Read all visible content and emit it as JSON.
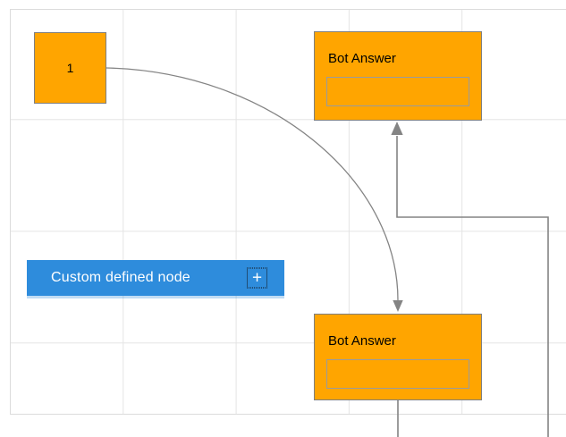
{
  "app": {
    "type": "diagram-canvas"
  },
  "colors": {
    "node_fill": "#FFA500",
    "node_border": "#7F7F7F",
    "inner_field_border": "#9B9B9B",
    "custom_node_fill": "#2E8CDC",
    "connector": "#848484",
    "grid_line": "#E4E4E4",
    "canvas_border": "#DCDCDC",
    "label_dark": "#000000",
    "label_light": "#FFFFFF"
  },
  "nodes": {
    "source": {
      "label": "1"
    },
    "bot_answer_top": {
      "title": "Bot Answer",
      "field_value": ""
    },
    "bot_answer_bottom": {
      "title": "Bot Answer",
      "field_value": ""
    },
    "custom": {
      "label": "Custom defined node"
    }
  },
  "icons": {
    "plus": "+"
  },
  "connectors": [
    {
      "from": "source",
      "to": "bot_answer_bottom",
      "style": "curved",
      "arrow": "target"
    },
    {
      "from": "bot_answer_bottom",
      "to": "bot_answer_top",
      "style": "orthogonal",
      "arrow": "target"
    }
  ]
}
